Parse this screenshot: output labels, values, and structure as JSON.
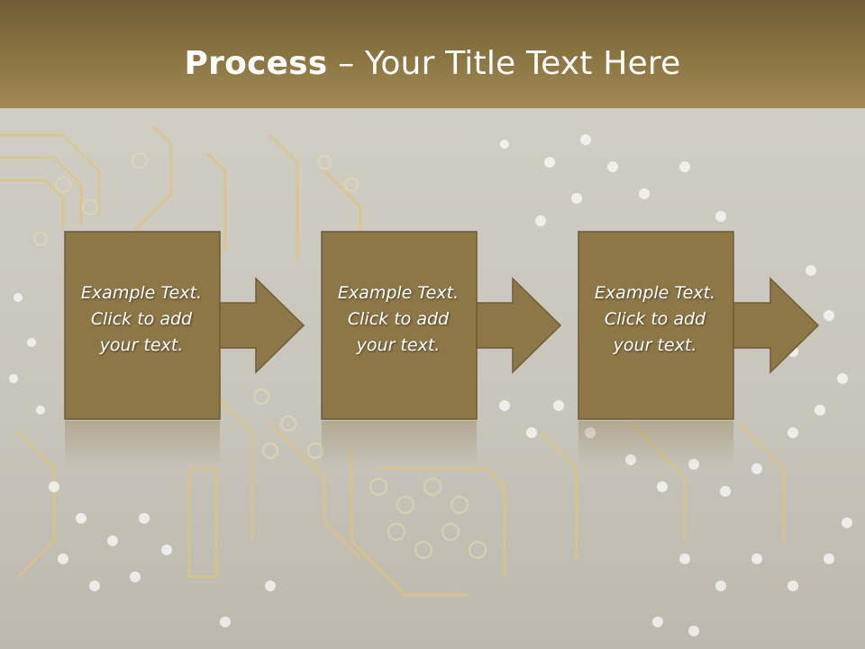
{
  "slide": {
    "title_bold": "Process",
    "title_rest": " – Your Title Text Here"
  },
  "steps": [
    {
      "line1": "Example Text.",
      "line2": "Click  to add",
      "line3": "your text."
    },
    {
      "line1": "Example Text.",
      "line2": "Click  to add",
      "line3": "your text."
    },
    {
      "line1": "Example Text.",
      "line2": "Click  to add",
      "line3": "your text."
    }
  ],
  "colors": {
    "box_fill": "#8d7747",
    "box_border": "#6e5c35",
    "header": "#8c7642",
    "trace": "#d9c27a"
  }
}
